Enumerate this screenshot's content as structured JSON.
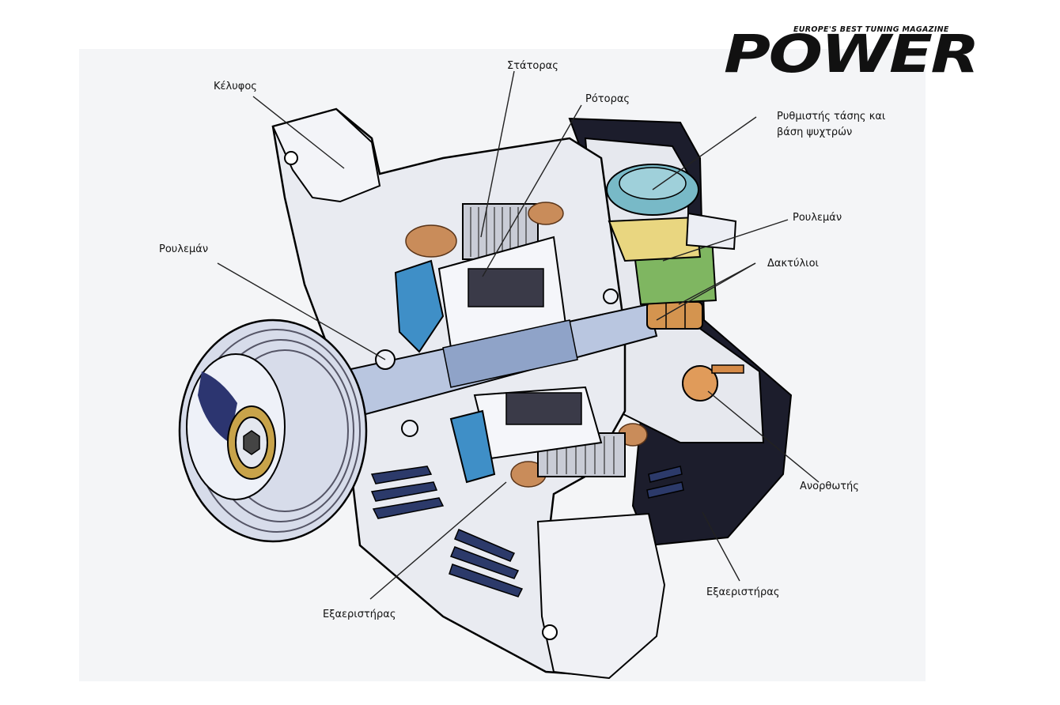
{
  "logo": {
    "tagline": "EUROPE'S BEST TUNING MAGAZINE",
    "wordmark": "POWER"
  },
  "labels": {
    "housing": "Κέλυφος",
    "stator": "Στάτορας",
    "rotor": "Ρότορας",
    "regulator_line1": "Ρυθμιστής τάσης και",
    "regulator_line2": "βάση ψυχτρών",
    "bearing_rear": "Ρουλεμάν",
    "slip_rings": "Δακτύλιοι",
    "bearing_front": "Ρουλεμάν",
    "rectifier": "Ανορθωτής",
    "fan_front": "Εξαεριστήρας",
    "fan_rear": "Εξαεριστήρας"
  }
}
